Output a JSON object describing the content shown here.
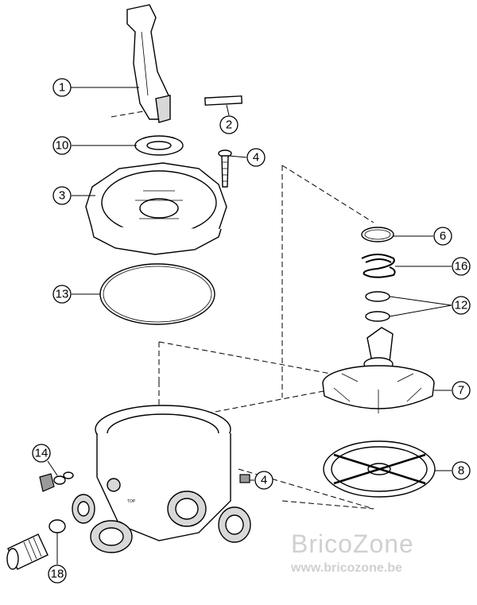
{
  "callouts": [
    {
      "label": "1"
    },
    {
      "label": "2"
    },
    {
      "label": "10"
    },
    {
      "label": "4"
    },
    {
      "label": "3"
    },
    {
      "label": "13"
    },
    {
      "label": "6"
    },
    {
      "label": "16"
    },
    {
      "label": "12"
    },
    {
      "label": "7"
    },
    {
      "label": "8"
    },
    {
      "label": "14"
    },
    {
      "label": "4"
    },
    {
      "label": "18"
    }
  ],
  "branding": {
    "name": "BricoZone",
    "url": "www.bricozone.be"
  },
  "body_marking": "TOP"
}
